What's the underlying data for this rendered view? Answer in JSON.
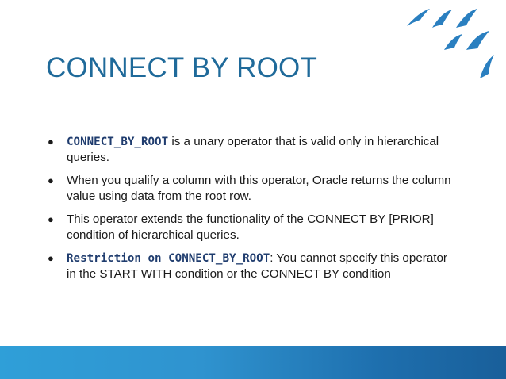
{
  "slide": {
    "title": "CONNECT BY ROOT",
    "bullets": [
      {
        "code": "CONNECT_BY_ROOT",
        "text": " is a unary operator that is valid only in hierarchical queries."
      },
      {
        "text": "When you qualify a column with this operator, Oracle returns the column value using data from the root row."
      },
      {
        "text": "This operator extends the functionality of the CONNECT BY [PRIOR] condition of hierarchical queries."
      },
      {
        "lead": "Restriction on ",
        "code": "CONNECT_BY_ROOT",
        "text": ": You cannot specify this operator in the START WITH condition or the CONNECT BY condition"
      }
    ],
    "bullet_symbol": "●",
    "logo_icon": "seagulls-logo-icon",
    "colors": {
      "title": "#1f6a9a",
      "code": "#1f3c6e",
      "bar_start": "#2f9fd8",
      "bar_end": "#195f9a"
    }
  }
}
